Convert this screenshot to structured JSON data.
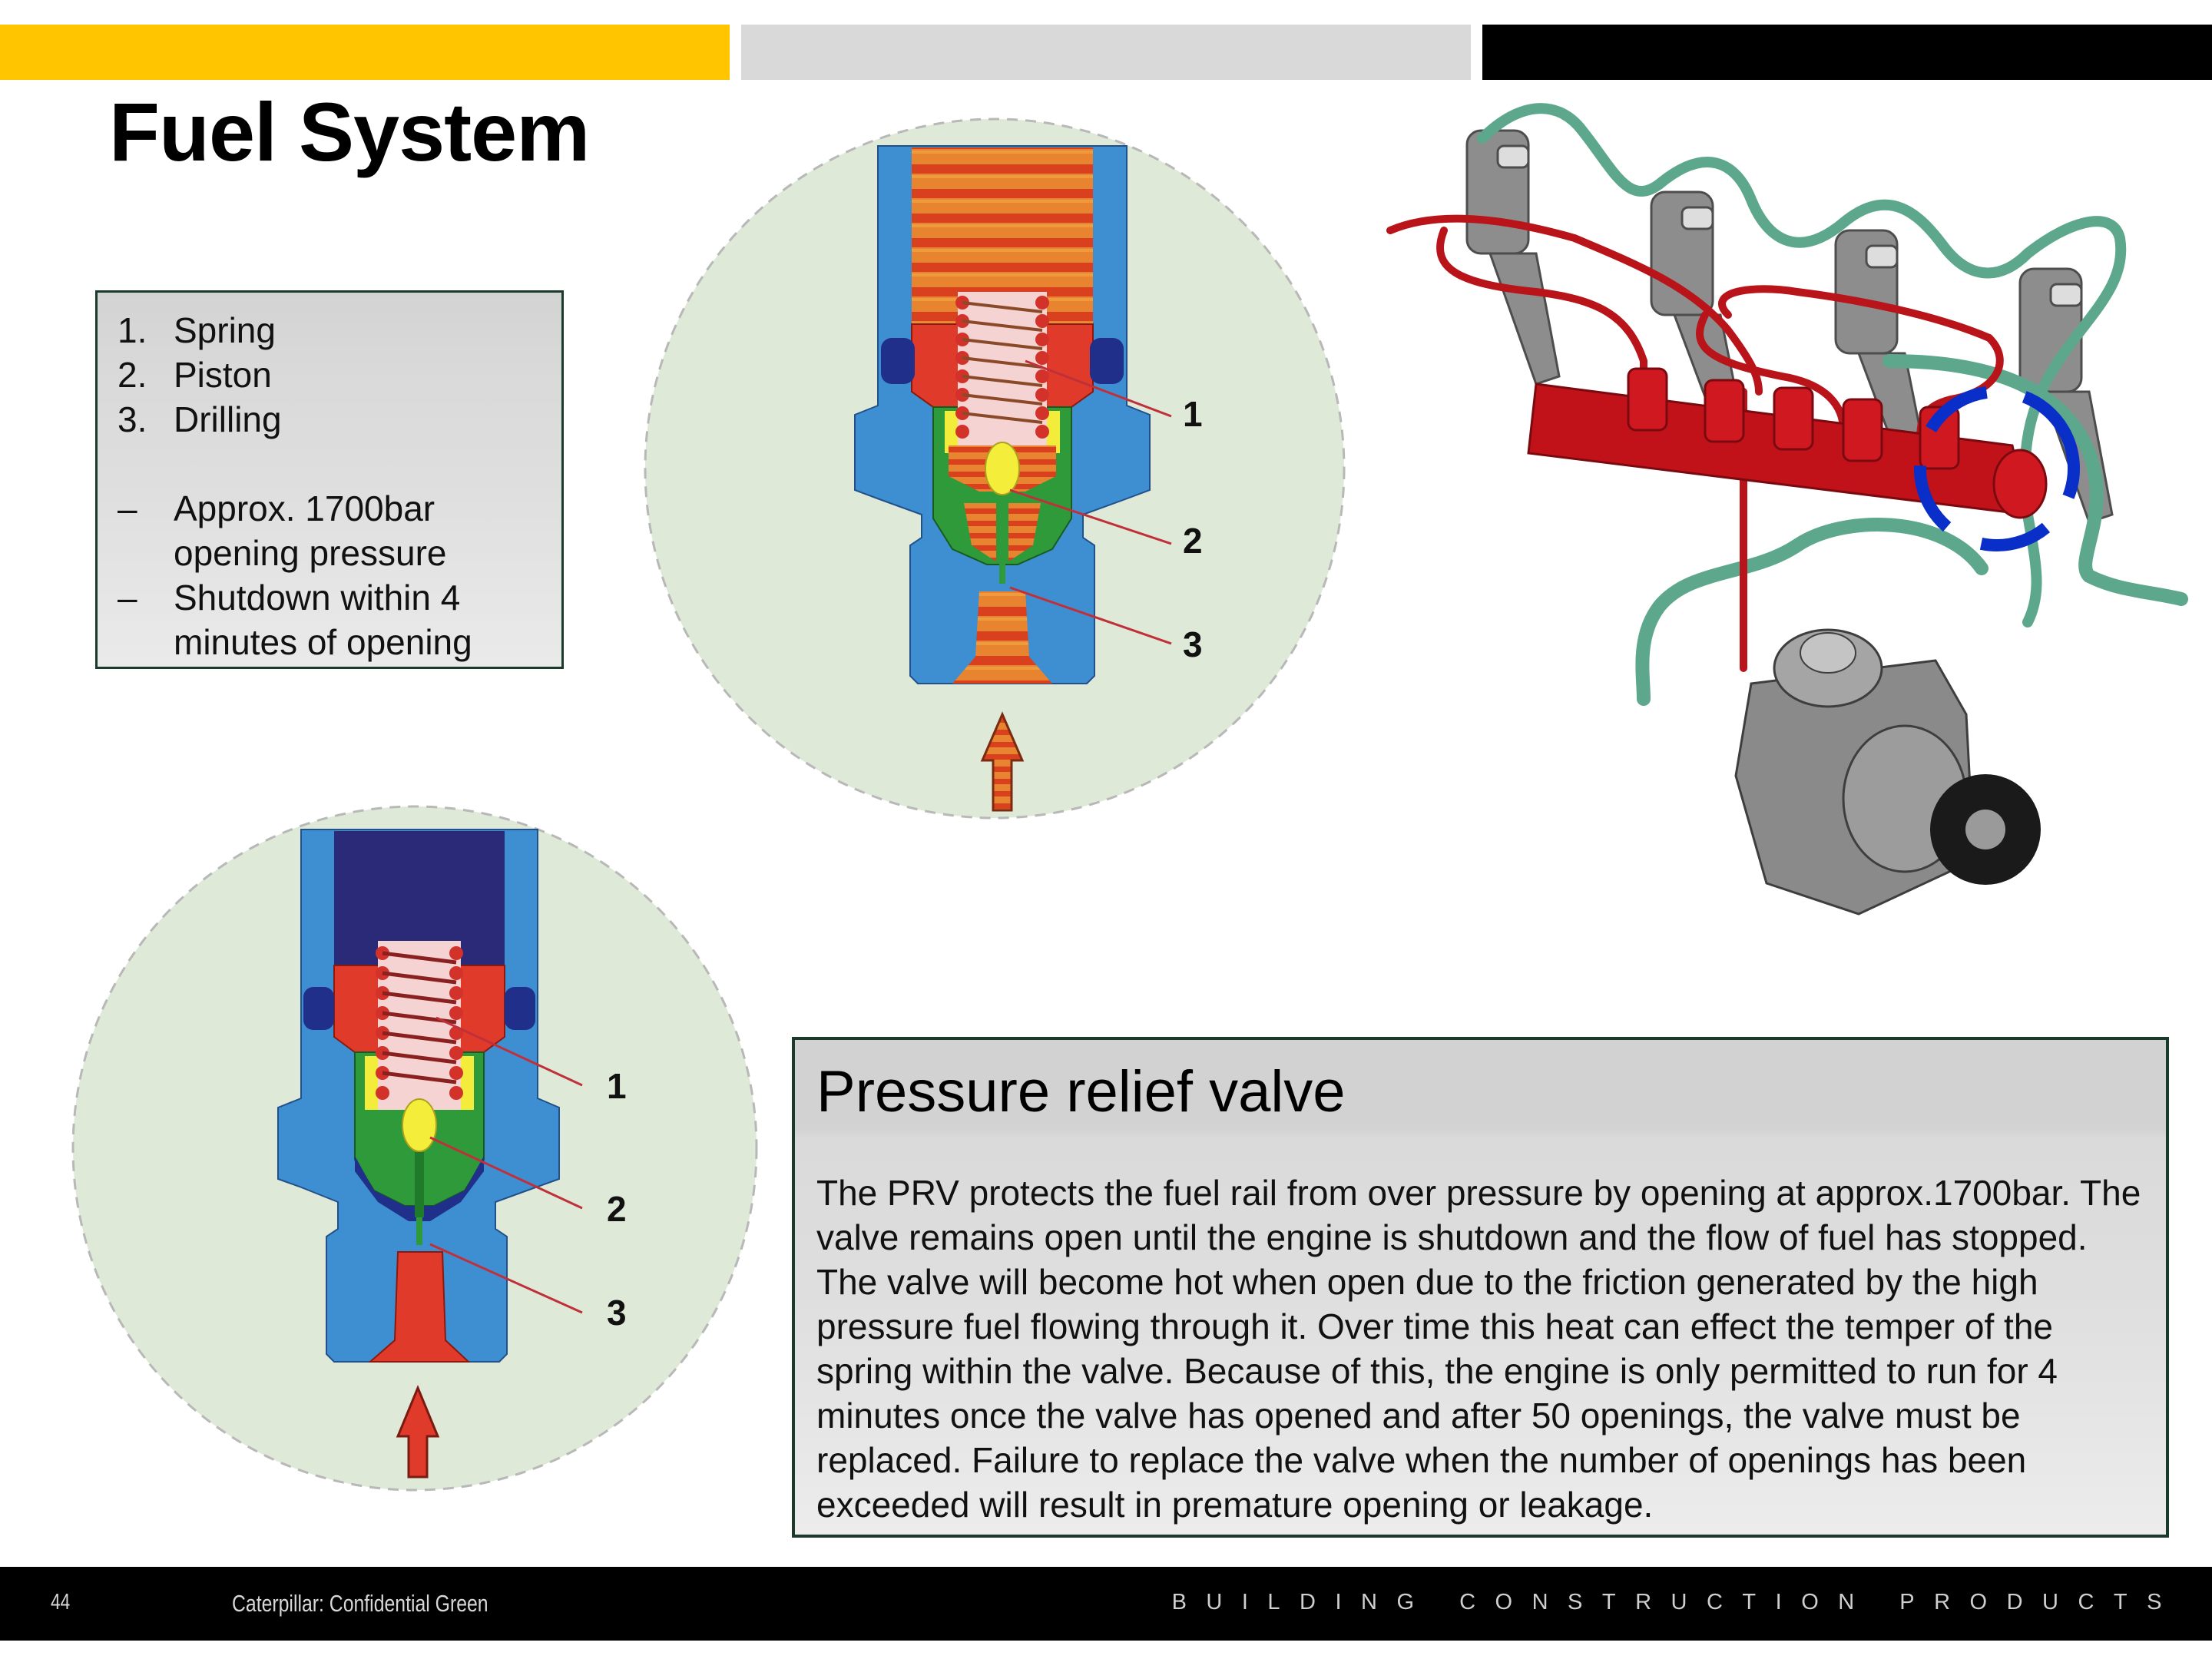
{
  "header": {
    "stripes": [
      "#ffc600",
      "#d9d9d9",
      "#000000"
    ],
    "title": "Fuel System"
  },
  "legend": {
    "items": [
      {
        "marker": "1.",
        "text": "Spring"
      },
      {
        "marker": "2.",
        "text": "Piston"
      },
      {
        "marker": "3.",
        "text": "Drilling"
      }
    ],
    "notes": [
      {
        "marker": "–",
        "text": "Approx. 1700bar opening pressure"
      },
      {
        "marker": "–",
        "text": "Shutdown within 4 minutes of opening"
      }
    ]
  },
  "diagrams": {
    "top_valve": {
      "description": "Pressure relief valve cross-section (open state, fuel flow)",
      "callouts": [
        "1",
        "2",
        "3"
      ],
      "flow_arrow": "up-arrow-icon"
    },
    "bottom_valve": {
      "description": "Pressure relief valve cross-section (closed state)",
      "callouts": [
        "1",
        "2",
        "3"
      ],
      "flow_arrow": "up-arrow-icon"
    },
    "engine_image": {
      "description": "Common rail fuel system with injectors, rail and high pressure pump; PRV highlighted",
      "highlight_color": "#0a2fc8"
    }
  },
  "info": {
    "title": "Pressure relief valve",
    "body": "The PRV protects the fuel rail from over pressure by opening at approx.1700bar. The valve remains open until the engine is shutdown and the flow of fuel has stopped. The valve will become hot when open due to the friction generated by the high pressure fuel flowing through it. Over time this heat can effect the temper of the spring within the valve. Because of this, the engine is only permitted to run for 4 minutes once the valve has opened and after 50 openings, the valve must be replaced. Failure to replace the valve when the number of openings has been exceeded will result in premature opening or leakage."
  },
  "footer": {
    "page_number": "44",
    "confidentiality": "Caterpillar: Confidential Green",
    "brand": "BUILDING CONSTRUCTION PRODUCTS"
  }
}
